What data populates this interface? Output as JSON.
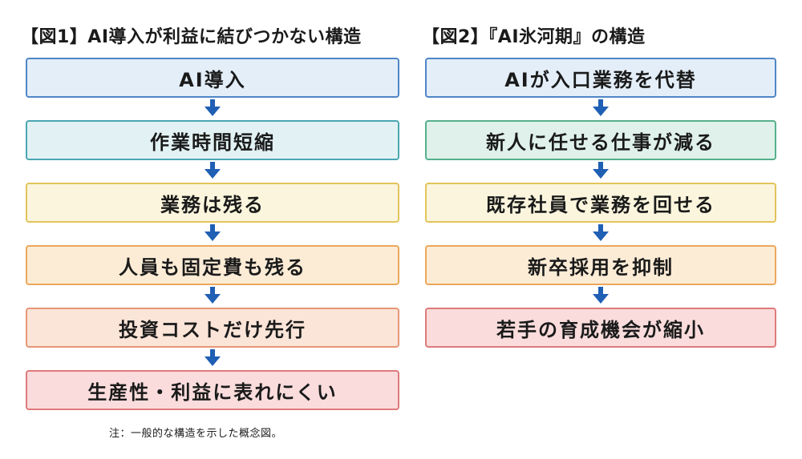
{
  "left_figure": {
    "title": "【図1】AI導入が利益に結びつかない構造",
    "steps": [
      {
        "label": "AI導入",
        "bg": "#e3eef9",
        "border": "#4f86c6"
      },
      {
        "label": "作業時間短縮",
        "bg": "#e2f2f4",
        "border": "#4ba6b3"
      },
      {
        "label": "業務は残る",
        "bg": "#fbf5dd",
        "border": "#e2c45a"
      },
      {
        "label": "人員も固定費も残る",
        "bg": "#fcecd6",
        "border": "#eba75a"
      },
      {
        "label": "投資コストだけ先行",
        "bg": "#fbe4d8",
        "border": "#e89677"
      },
      {
        "label": "生産性・利益に表れにくい",
        "bg": "#fadcdc",
        "border": "#de7a7a"
      }
    ],
    "note": "注：一般的な構造を示した概念図。"
  },
  "right_figure": {
    "title": "【図2】『AI氷河期』の構造",
    "steps": [
      {
        "label": "AIが入口業務を代替",
        "bg": "#e3eef9",
        "border": "#4f86c6"
      },
      {
        "label": "新人に任せる仕事が減る",
        "bg": "#dff1ea",
        "border": "#55b08c"
      },
      {
        "label": "既存社員で業務を回せる",
        "bg": "#fbf5dd",
        "border": "#e2c45a"
      },
      {
        "label": "新卒採用を抑制",
        "bg": "#fcecd6",
        "border": "#eba75a"
      },
      {
        "label": "若手の育成機会が縮小",
        "bg": "#fadcdc",
        "border": "#de7a7a"
      }
    ]
  },
  "arrow_color": "#1f5fb4"
}
